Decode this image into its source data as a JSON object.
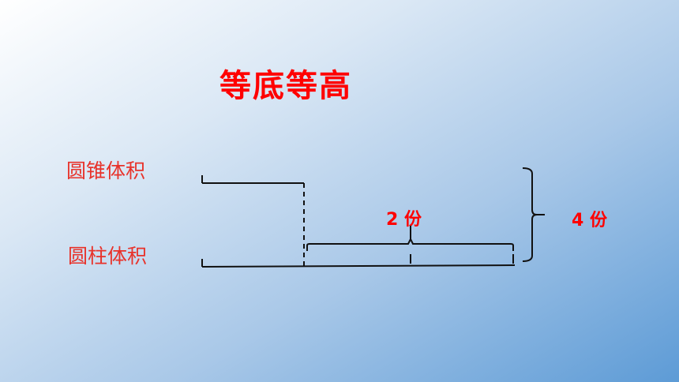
{
  "title": "等底等高",
  "labels": {
    "cone": "圆锥体积",
    "cylinder": "圆柱体积"
  },
  "quantities": {
    "cone_extra": "2 份",
    "cylinder_total": "4 份"
  },
  "colors": {
    "text_red": "#ff0000",
    "line_black": "#111111"
  }
}
